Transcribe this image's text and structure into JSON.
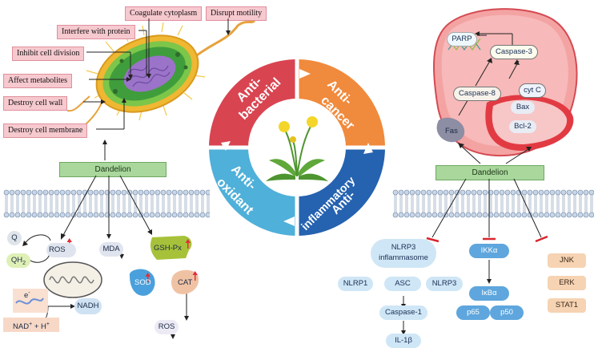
{
  "center": {
    "segments": [
      {
        "id": "antibacterial",
        "line1": "Anti-",
        "line2": "bacterial",
        "color": "#d94451"
      },
      {
        "id": "anticancer",
        "line1": "Anti-",
        "line2": "cancer",
        "color": "#f08a3c"
      },
      {
        "id": "antiinflammatory",
        "line1": "Anti-",
        "line2": "inflammatory",
        "color": "#2562b0"
      },
      {
        "id": "antioxidant",
        "line1": "Anti-",
        "line2": "oxidant",
        "color": "#4fb0d9"
      }
    ]
  },
  "bacteria_effects": {
    "coagulate": "Coagulate cytoplasm",
    "motility": "Disrupt motility",
    "protein": "Interfere with protein",
    "division": "Inhibit cell division",
    "metabolites": "Affect metabolites",
    "wall": "Destroy cell wall",
    "membrane": "Destroy cell membrane"
  },
  "dandelion_label": "Dandelion",
  "oxidant": {
    "q": "Q",
    "qh2": "QH",
    "qh2_sub": "2",
    "ros": "ROS",
    "mda": "MDA",
    "gshpx": "GSH-Px",
    "sod": "SOD",
    "cat": "CAT",
    "ros2": "ROS",
    "electron": "e",
    "electron_sup": "-",
    "nadh": "NADH",
    "nad_plus": "NAD",
    "nad_sup": "+",
    "h_plus": " + H",
    "h_sup": "+"
  },
  "cancer": {
    "parp": "PARP",
    "caspase3": "Caspase-3",
    "caspase8": "Caspase-8",
    "cytc": "cyt C",
    "bax": "Bax",
    "bcl2": "Bcl-2",
    "fas": "Fas"
  },
  "inflammation": {
    "nlrp3_inflammasome_1": "NLRP3",
    "nlrp3_inflammasome_2": "inflammasome",
    "nlrp1": "NLRP1",
    "asc": "ASC",
    "nlrp3": "NLRP3",
    "caspase1": "Caspase-1",
    "il1b": "IL-1β",
    "ikka": "IKKα",
    "ikba": "IκBα",
    "p65": "p65",
    "p50": "p50",
    "jnk": "JNK",
    "erk": "ERK",
    "stat1": "STAT1"
  },
  "colors": {
    "antibacterial": "#d94451",
    "anticancer": "#f08a3c",
    "antiinflammatory": "#2562b0",
    "antioxidant": "#4fb0d9",
    "dandelion_box": "#a9d79c",
    "label_pink": "#f6c9cf",
    "pill_blue": "#cfe6f6",
    "pill_dark_blue": "#5ea6dd",
    "pill_orange": "#f6d3b3",
    "inhibit_red": "#d8262f"
  }
}
